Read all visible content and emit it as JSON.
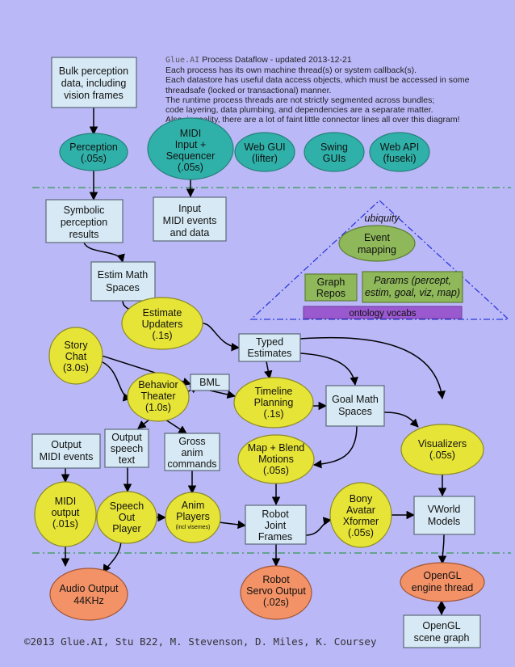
{
  "header": {
    "brand": "Glue.AI",
    "title_rest": " Process Dataflow - updated 2013-12-21",
    "lines": [
      "Each process has its own machine thread(s) or system callback(s).",
      "Each datastore has useful data access objects, which must be accessed in some",
      "threadsafe (locked or transactional) manner.",
      "The runtime process threads are not strictly segmented across bundles;",
      "code layering, data plumbing, and dependencies are a separate matter.",
      "Also, in reality, there are a lot of faint little connector lines all over this diagram!"
    ]
  },
  "nodes": {
    "bulk": [
      "Bulk perception",
      "data, including",
      "vision frames"
    ],
    "perception": [
      "Perception",
      "(.05s)"
    ],
    "midi_in": [
      "MIDI",
      "Input +",
      "Sequencer",
      "(.05s)"
    ],
    "web_gui": [
      "Web GUI",
      "(lifter)"
    ],
    "swing": [
      "Swing",
      "GUIs"
    ],
    "web_api": [
      "Web API",
      "(fuseki)"
    ],
    "symbolic": [
      "Symbolic",
      "perception",
      "results"
    ],
    "input_midi": [
      "Input",
      "MIDI events",
      "and data"
    ],
    "estim_math": [
      "Estim Math",
      "Spaces"
    ],
    "estimate_updaters": [
      "Estimate",
      "Updaters",
      "(.1s)"
    ],
    "typed_estimates": [
      "Typed",
      "Estimates"
    ],
    "story_chat": [
      "Story",
      "Chat",
      "(3.0s)"
    ],
    "bml": [
      "BML"
    ],
    "behavior_theater": [
      "Behavior",
      "Theater",
      "(1.0s)"
    ],
    "timeline": [
      "Timeline",
      "Planning",
      "(.1s)"
    ],
    "goal_math": [
      "Goal Math",
      "Spaces"
    ],
    "visualizers": [
      "Visualizers",
      "(.05s)"
    ],
    "output_midi_events": [
      "Output",
      "MIDI events"
    ],
    "output_speech": [
      "Output",
      "speech",
      "text"
    ],
    "gross_anim": [
      "Gross",
      "anim",
      "commands"
    ],
    "map_blend": [
      "Map + Blend",
      "Motions",
      "(.05s)"
    ],
    "midi_output": [
      "MIDI",
      "output",
      "(.01s)"
    ],
    "speech_out": [
      "Speech",
      "Out",
      "Player"
    ],
    "anim_players": [
      "Anim",
      "Players"
    ],
    "anim_players_sub": "(incl visemes)",
    "robot_joint": [
      "Robot",
      "Joint",
      "Frames"
    ],
    "bony_avatar": [
      "Bony",
      "Avatar",
      "Xformer",
      "(.05s)"
    ],
    "vworld": [
      "VWorld",
      "Models"
    ],
    "audio_output": [
      "Audio Output",
      "44KHz"
    ],
    "robot_servo": [
      "Robot",
      "Servo Output",
      "(.02s)"
    ],
    "opengl_engine": [
      "OpenGL",
      "engine thread"
    ],
    "opengl_scene": [
      "OpenGL",
      "scene graph"
    ]
  },
  "ubiquity": {
    "title": "ubiquity",
    "event_mapping": [
      "Event",
      "mapping"
    ],
    "graph_repos": [
      "Graph",
      "Repos"
    ],
    "params": [
      "Params (percept,",
      "estim, goal, viz, map)"
    ],
    "ontology": [
      "ontology vocabs"
    ]
  },
  "footer": "©2013 Glue.AI, Stu B22, M. Stevenson, D. Miles, K. Coursey",
  "colors": {
    "background": "#bbb8f8",
    "datastore": "#d6e9f4",
    "ui_process": "#2fb1a9",
    "runtime_process": "#e6e437",
    "output_process": "#f39267",
    "ubiquity_item": "#8eb85a",
    "ontology_bar": "#9b59d0",
    "ubiquity_border": "#2b3bd9",
    "divider": "#4a9e6a"
  }
}
